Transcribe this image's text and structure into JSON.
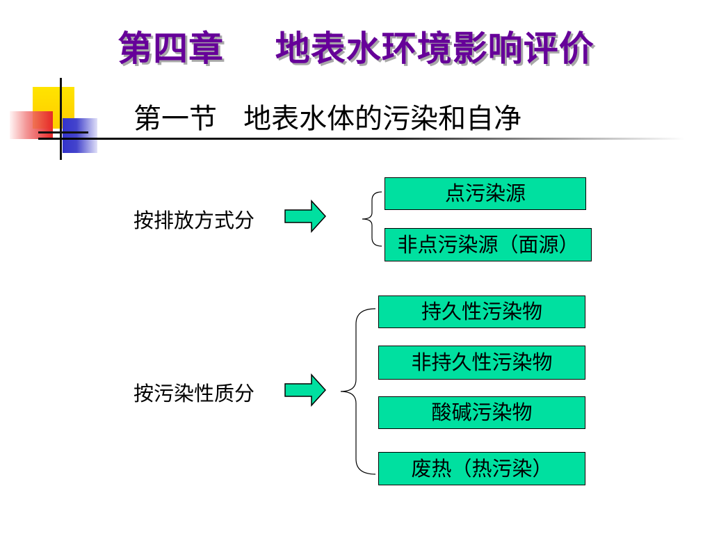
{
  "title": "第四章    地表水环境影响评价",
  "section_title": "第一节   地表水体的污染和自净",
  "groups": [
    {
      "label": "按排放方式分",
      "items": [
        "点污染源",
        "非点污染源（面源）"
      ]
    },
    {
      "label": "按污染性质分",
      "items": [
        "持久性污染物",
        "非持久性污染物",
        "酸碱污染物",
        "废热（热污染）"
      ]
    }
  ],
  "colors": {
    "title": "#660099",
    "title_shadow": "#a8a8a8",
    "box_fill": "#00e0a0",
    "arrow_fill": "#00e0a0"
  }
}
